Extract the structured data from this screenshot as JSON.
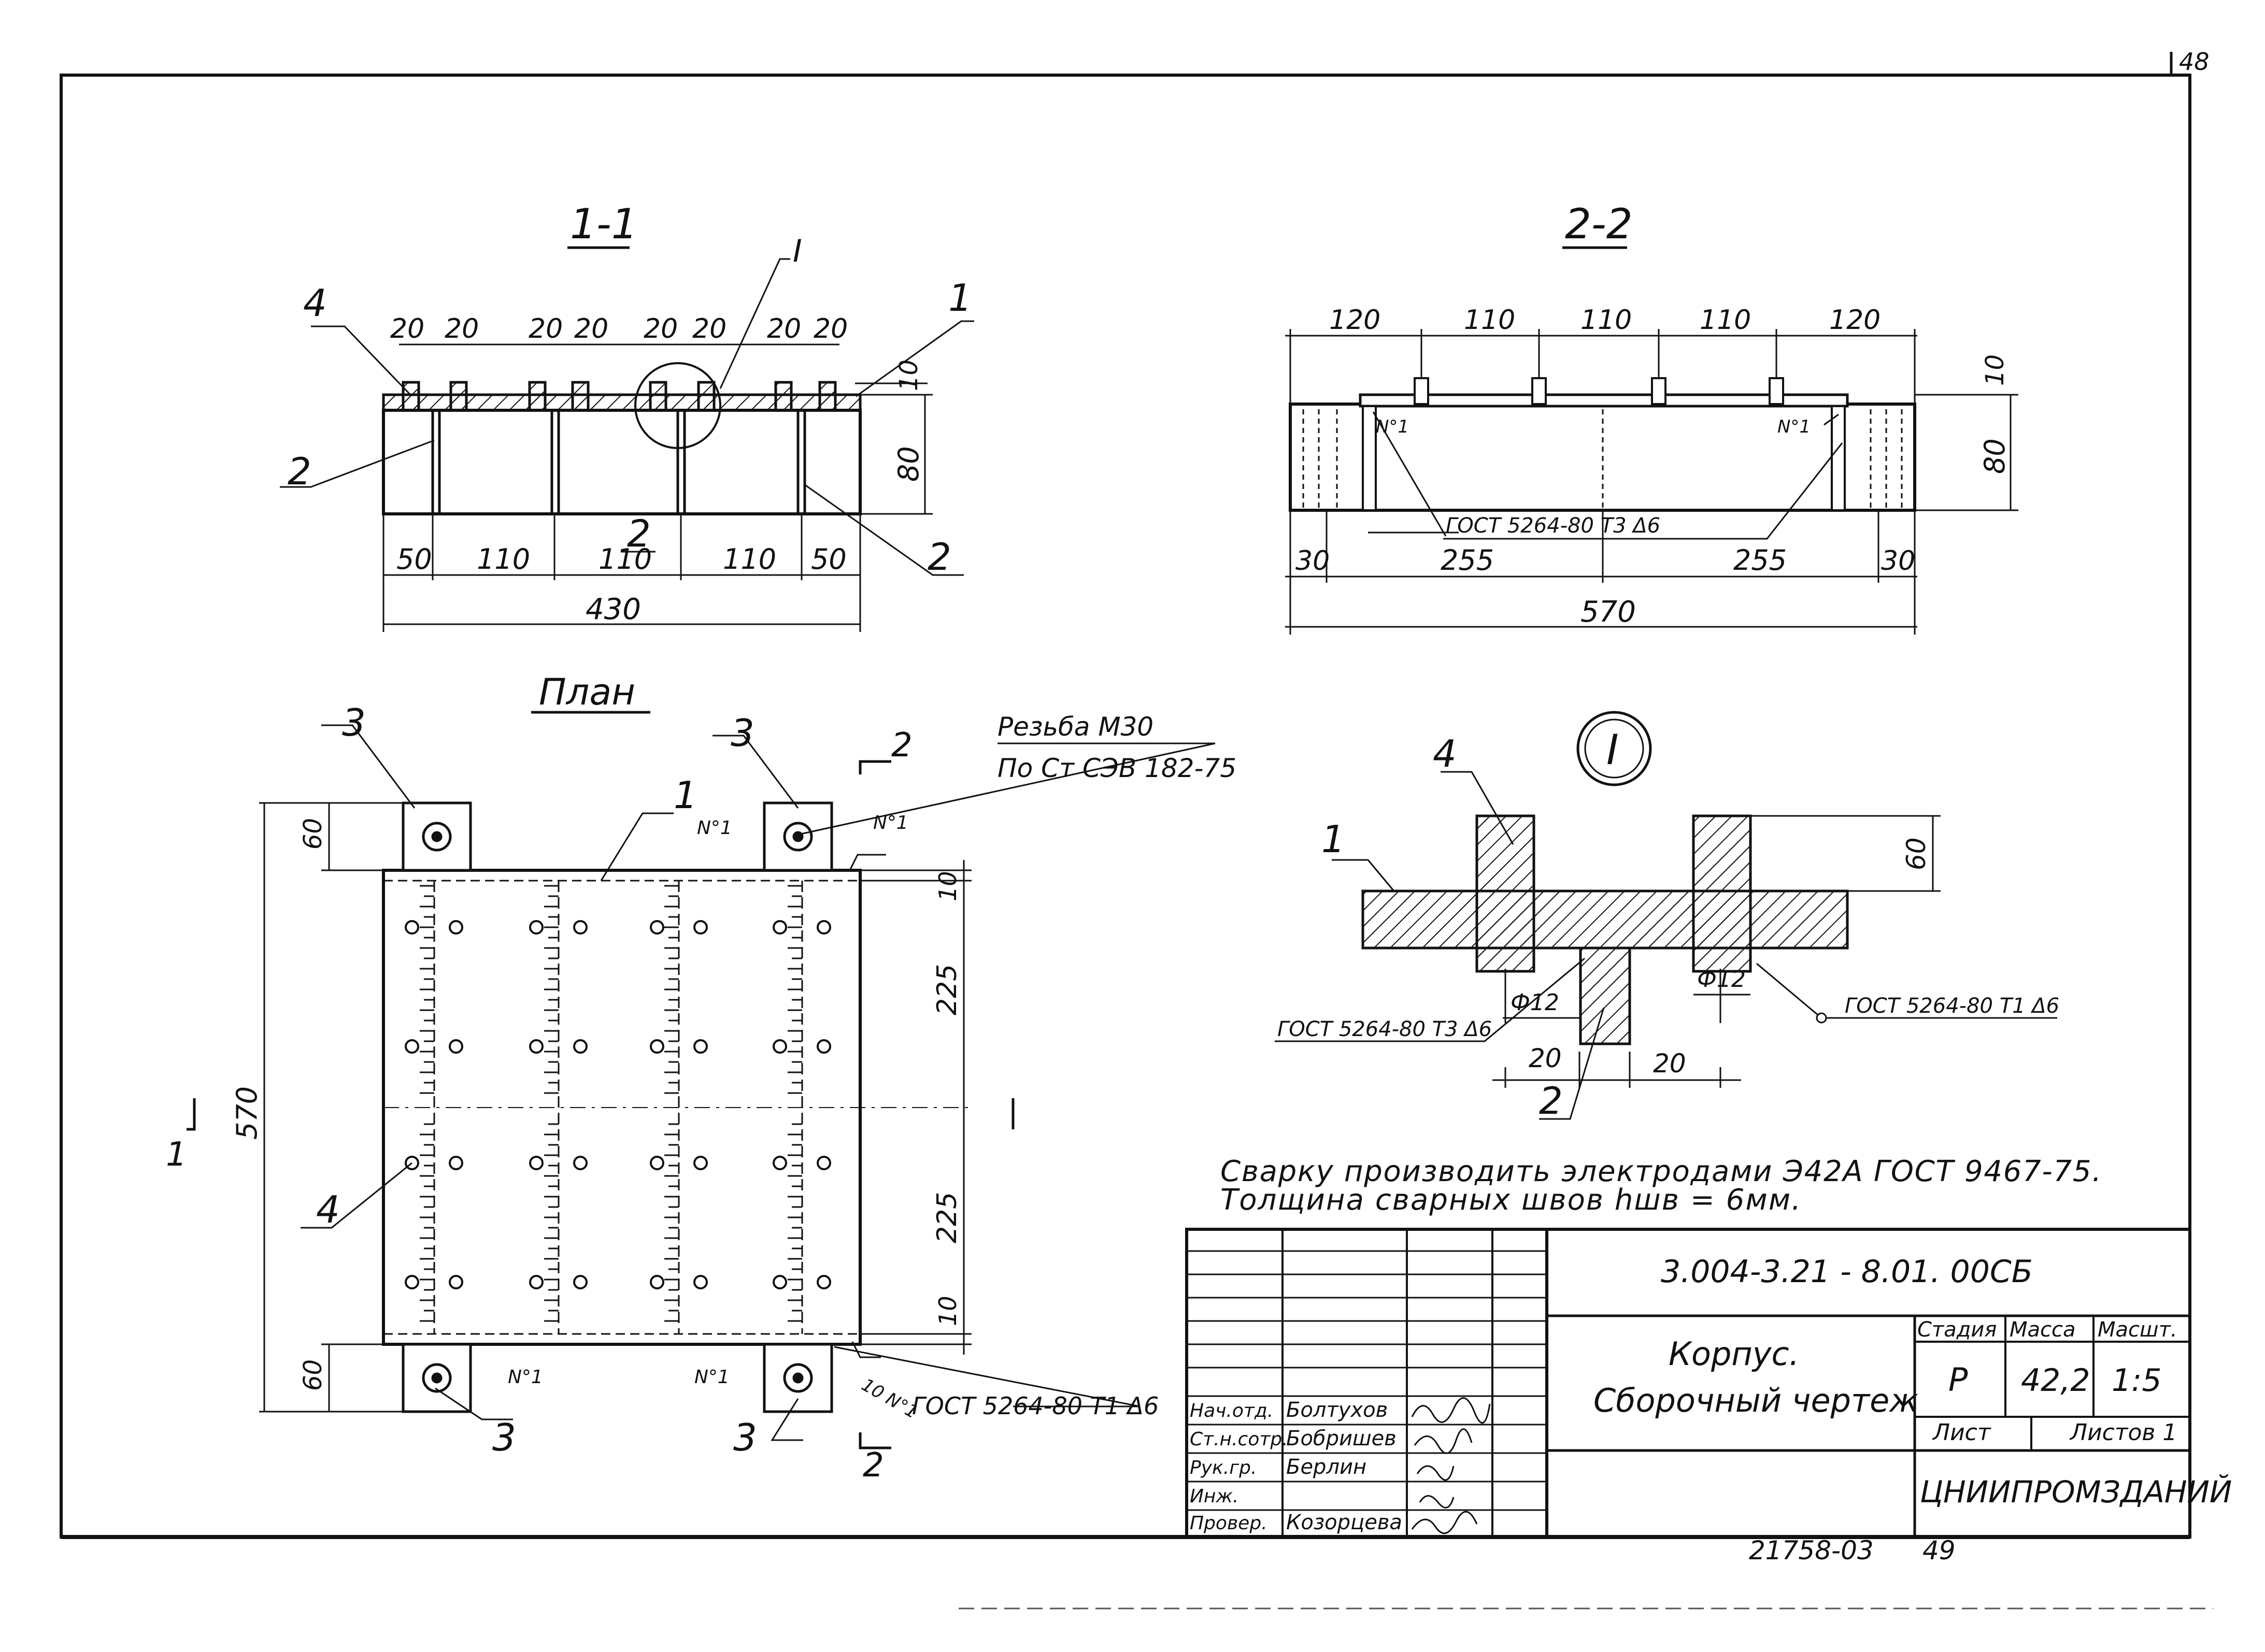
{
  "sheet": {
    "corner_number": "48"
  },
  "section_1_1": {
    "title": "1-1",
    "callouts": [
      "4",
      "I",
      "1",
      "2",
      "2",
      "2"
    ],
    "top_dims": [
      "20",
      "20",
      "20",
      "20",
      "20",
      "20",
      "20",
      "20"
    ],
    "bottom_dims": [
      "50",
      "110",
      "110",
      "110",
      "50"
    ],
    "overall": "430",
    "side_dims": [
      "10",
      "80"
    ]
  },
  "section_2_2": {
    "title": "2-2",
    "top_dims": [
      "120",
      "110",
      "110",
      "110",
      "120"
    ],
    "side_dims": [
      "10",
      "80"
    ],
    "marks": [
      "N°1",
      "N°1"
    ],
    "weld_note": "ГОСТ 5264-80 Т3 Δ6",
    "bottom_dims": [
      "30",
      "255",
      "255",
      "30"
    ],
    "overall": "570"
  },
  "plan": {
    "title": "План",
    "thread_note_line1": "Резьба М30",
    "thread_note_line2": "По Ст СЭВ 182-75",
    "callouts_3": [
      "3",
      "3",
      "3",
      "3"
    ],
    "callout_1": "1",
    "callout_4": "4",
    "weld_marks": [
      "N°1",
      "N°1",
      "N°1",
      "N°1",
      "10 N°1"
    ],
    "weld_note": "ГОСТ 5264-80 Т1 Δ6",
    "section_markers": [
      "2",
      "2",
      "1"
    ],
    "left_dims": [
      "570",
      "60",
      "60"
    ],
    "right_dims": [
      "10",
      "225",
      "225",
      "10"
    ]
  },
  "detail_I": {
    "label": "I",
    "callouts": [
      "1",
      "4",
      "2"
    ],
    "dim_height": "60",
    "diameters": [
      "Ф12",
      "Ф12"
    ],
    "widths": [
      "20",
      "20"
    ],
    "weld_note_left": "ГОСТ 5264-80 Т3 Δ6",
    "weld_note_right": "ГОСТ 5264-80 Т1 Δ6"
  },
  "notes": {
    "line1": "Сварку производить электродами Э42А ГОСТ 9467-75.",
    "line2": "Толщина сварных швов hшв = 6мм."
  },
  "title_block": {
    "doc_code": "3.004-3.21 - 8.01. 00СБ",
    "name_line1": "Корпус.",
    "name_line2": "Сборочный чертеж",
    "stage_header": "Стадия",
    "mass_header": "Масса",
    "scale_header": "Масшт.",
    "stage": "Р",
    "mass": "42,2",
    "scale": "1:5",
    "sheet_label": "Лист",
    "sheets_label": "Листов 1",
    "organization": "ЦНИИПРОМЗДАНИЙ",
    "roles": [
      "Нач.отд.",
      "Ст.н.сотр.",
      "Рук.гр.",
      "Инж.",
      "Провер."
    ],
    "names": [
      "Болтухов",
      "Бобришев",
      "Берлин",
      "",
      "Козорцева"
    ]
  },
  "footer": {
    "archive_number": "21758-03",
    "page": "49"
  }
}
